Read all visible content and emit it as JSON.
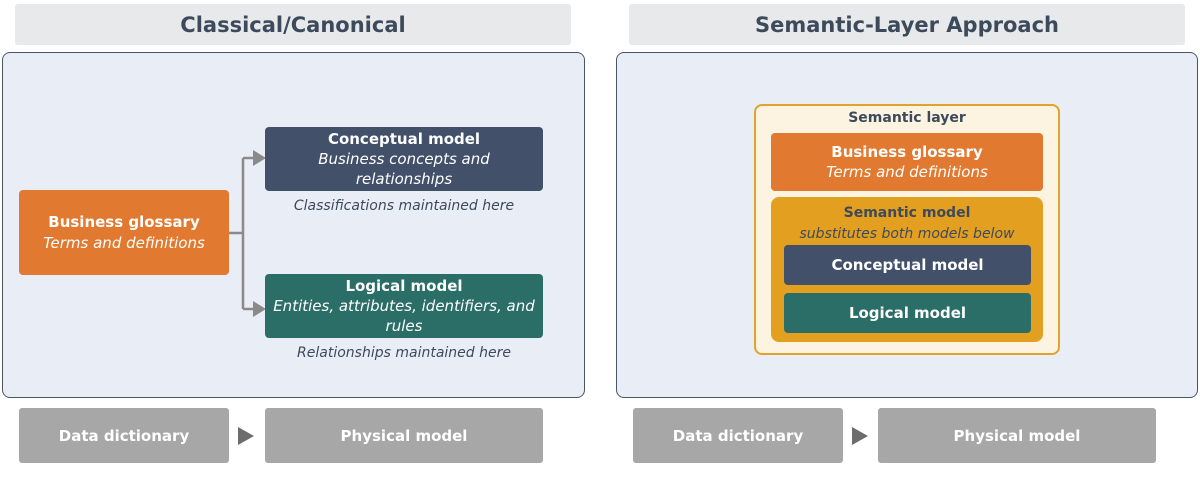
{
  "left": {
    "title": "Classical/Canonical",
    "business_glossary": {
      "title": "Business glossary",
      "subtitle": "Terms and definitions"
    },
    "conceptual_model": {
      "title": "Conceptual model",
      "subtitle": "Business concepts and relationships",
      "note": "Classifications maintained here"
    },
    "logical_model": {
      "title": "Logical model",
      "subtitle": "Entities, attributes, identifiers, and rules",
      "note": "Relationships maintained here"
    },
    "data_dictionary": "Data dictionary",
    "physical_model": "Physical model"
  },
  "right": {
    "title": "Semantic-Layer Approach",
    "semantic_layer": {
      "title": "Semantic layer",
      "business_glossary": {
        "title": "Business glossary",
        "subtitle": "Terms and definitions"
      },
      "semantic_model": {
        "title": "Semantic model",
        "subtitle": "substitutes both models below",
        "conceptual_model": "Conceptual model",
        "logical_model": "Logical model"
      }
    },
    "data_dictionary": "Data dictionary",
    "physical_model": "Physical model"
  },
  "colors": {
    "orange": "#e17a30",
    "slate": "#43506a",
    "teal": "#2b6e67",
    "gray": "#a7a7a7",
    "amber": "#e39f1f",
    "panel": "#e9eef6"
  }
}
